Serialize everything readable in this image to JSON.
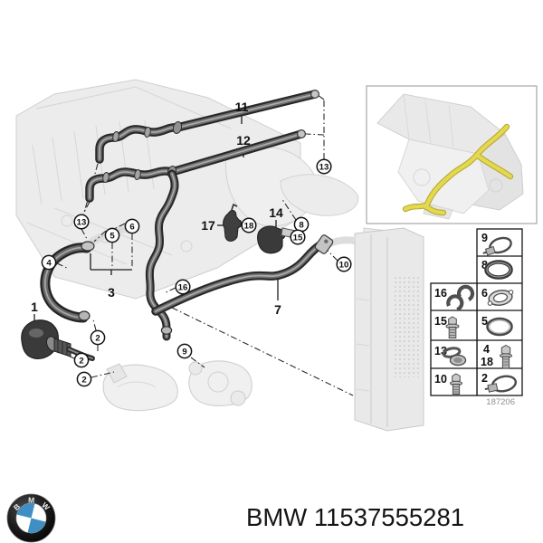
{
  "image_type": "vehicle-parts-diagram",
  "footer": {
    "label": "BMW 11537555281",
    "logo": {
      "letters": {
        "b": "B",
        "m": "M",
        "w": "W"
      }
    }
  },
  "diagram": {
    "drawing_number": "187206",
    "callout_numbers": {
      "1": "1",
      "2": "2",
      "3": "3",
      "4": "4",
      "5": "5",
      "6": "6",
      "7": "7",
      "8": "8",
      "9": "9",
      "10": "10",
      "11": "11",
      "12": "12",
      "13": "13",
      "14": "14",
      "15": "15",
      "16": "16",
      "17": "17",
      "18": "18"
    },
    "colors": {
      "hose": "#2e2e2e",
      "faded_part": "#e9e9e9",
      "highlight_hose": "#e4d94e",
      "bmw_blue": "#3f8fc4",
      "text": "#151515"
    }
  },
  "parts_table": {
    "cells": {
      "c9": {
        "labels": [
          "9"
        ],
        "icon": "hose-clamp"
      },
      "c8": {
        "labels": [
          "8"
        ],
        "icon": "o-ring"
      },
      "c16": {
        "labels": [
          "16"
        ],
        "icon": "retainer-clips"
      },
      "c6": {
        "labels": [
          "6"
        ],
        "icon": "flange-gasket"
      },
      "c15": {
        "labels": [
          "15"
        ],
        "icon": "flange-bolt"
      },
      "c5": {
        "labels": [
          "5"
        ],
        "icon": "o-ring-large"
      },
      "c13": {
        "labels": [
          "13"
        ],
        "icon": "clamp-rings"
      },
      "c4_18": {
        "labels": [
          "4",
          "18"
        ],
        "icon": "hex-bolt"
      },
      "c10": {
        "labels": [
          "10"
        ],
        "icon": "hex-bolt"
      },
      "c2": {
        "labels": [
          "2"
        ],
        "icon": "hose-clamp-large"
      }
    }
  }
}
